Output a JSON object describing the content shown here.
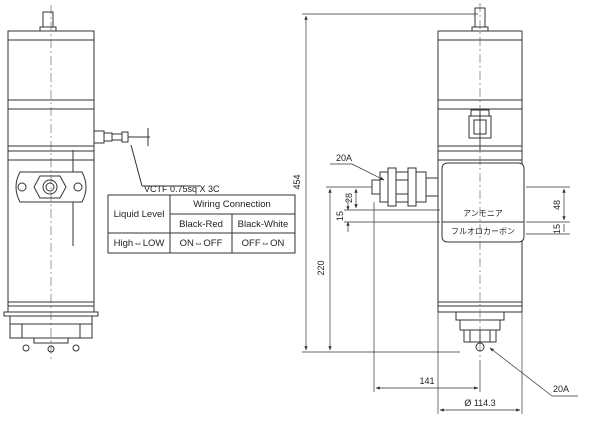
{
  "cable_label": "VCTF 0.75sq X 3C",
  "table": {
    "header_left": "Liquid Level",
    "header_group": "Wiring Connection",
    "col1": "Black-Red",
    "col2": "Black-White",
    "row_label": "High⇔LOW",
    "row_col1": "ON⇔OFF",
    "row_col2": "OFF⇔ON"
  },
  "dimensions": {
    "overall_height": "454",
    "lower_height": "220",
    "offset_a": "15",
    "offset_b": "28",
    "right_48": "48",
    "right_15": "15",
    "horizontal_141": "141",
    "diameter": "Ø 114.3",
    "port_top": "20A",
    "port_bottom": "20A"
  },
  "labels": {
    "ammonia": "アンモニア",
    "fluorocarbon": "フルオロカーボン"
  }
}
